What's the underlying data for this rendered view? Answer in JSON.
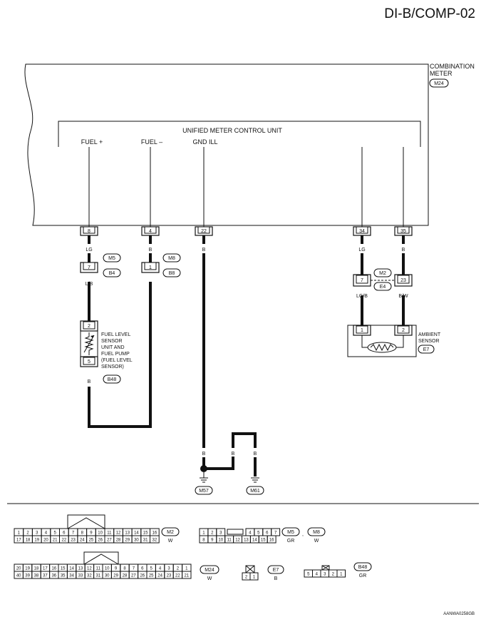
{
  "page": {
    "title": "DI-B/COMP-02",
    "code": "AANWA0258GB"
  },
  "combination_meter": {
    "label_line1": "COMBINATION",
    "label_line2": "METER",
    "connector": "M24"
  },
  "control_unit": {
    "title": "UNIFIED METER CONTROL UNIT",
    "fuel_plus": "FUEL +",
    "fuel_minus": "FUEL –",
    "gnd_ill": "GND ILL"
  },
  "terminals": {
    "t8": "8",
    "t4": "4",
    "t22": "22",
    "t34": "34",
    "t35": "35"
  },
  "wires": {
    "lg": "LG",
    "b1": "B",
    "b2": "B",
    "b3": "B",
    "lb": "L/B",
    "b4": "B",
    "lg2": "LG",
    "b5": "B",
    "lgb": "LG/B",
    "bw": "B/W",
    "fb": "B",
    "g1": "B",
    "g2": "B",
    "g3": "B"
  },
  "junctions": {
    "j7": "7",
    "j1": "1",
    "m5": "M5",
    "b4": "B4",
    "m8": "M8",
    "b8": "B8",
    "j7b": "7",
    "j23": "23",
    "m2": "M2",
    "e4": "E4"
  },
  "fuel_sensor": {
    "pin_top": "2",
    "pin_bottom": "5",
    "line1": "FUEL LEVEL",
    "line2": "SENSOR",
    "line3": "UNIT AND",
    "line4": "FUEL PUMP",
    "line5": "(FUEL LEVEL",
    "line6": "SENSOR)",
    "connector": "B48"
  },
  "ambient_sensor": {
    "pin1": "1",
    "pin2": "2",
    "line1": "AMBIENT",
    "line2": "SENSOR",
    "connector": "E7"
  },
  "grounds": {
    "m57": "M57",
    "m61": "M61"
  },
  "legend": {
    "m2": {
      "name": "M2",
      "color": "W",
      "row1": [
        "1",
        "2",
        "3",
        "4",
        "5",
        "6",
        "7",
        "8",
        "9",
        "10",
        "11",
        "12",
        "13",
        "14",
        "15",
        "16"
      ],
      "row2": [
        "17",
        "18",
        "19",
        "20",
        "21",
        "22",
        "23",
        "24",
        "25",
        "26",
        "27",
        "28",
        "29",
        "30",
        "31",
        "32"
      ]
    },
    "m5m8": {
      "name1": "M5",
      "sep": ",",
      "name2": "M8",
      "color1": "GR",
      "color2": "W",
      "row1": [
        "1",
        "2",
        "3",
        "4",
        "5",
        "6",
        "7"
      ],
      "row2": [
        "8",
        "9",
        "10",
        "11",
        "12",
        "13",
        "14",
        "15",
        "16"
      ]
    },
    "m24": {
      "name": "M24",
      "color": "W",
      "row1": [
        "20",
        "19",
        "18",
        "17",
        "16",
        "15",
        "14",
        "13",
        "12",
        "11",
        "10",
        "9",
        "8",
        "7",
        "6",
        "5",
        "4",
        "3",
        "2",
        "1"
      ],
      "row2": [
        "40",
        "39",
        "38",
        "37",
        "36",
        "35",
        "34",
        "33",
        "32",
        "31",
        "30",
        "29",
        "28",
        "27",
        "26",
        "25",
        "24",
        "23",
        "22",
        "21"
      ]
    },
    "e7": {
      "name": "E7",
      "color": "B",
      "pins": [
        "2",
        "1"
      ]
    },
    "b48": {
      "name": "B48",
      "color": "GR",
      "pins": [
        "5",
        "4",
        "3",
        "2",
        "1"
      ]
    }
  }
}
